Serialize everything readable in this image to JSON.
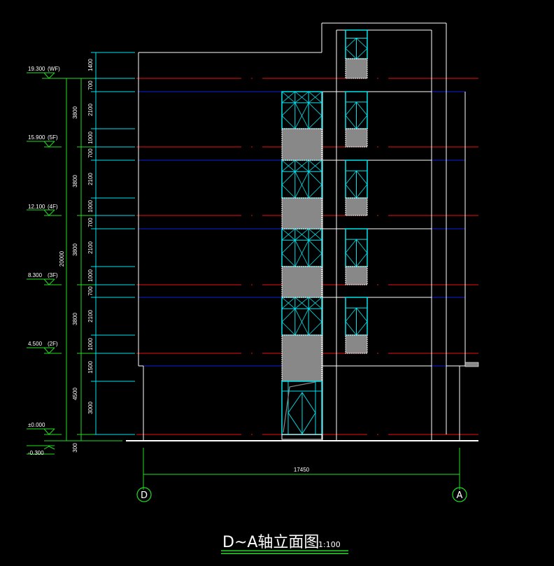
{
  "drawing": {
    "title": "D~A轴立面图",
    "scale": "1:100",
    "colors": {
      "background": "#000000",
      "outline": "#ffffff",
      "dimension": "#22dd22",
      "window": "#00e5ee",
      "floor_line": "#ee1111",
      "slab_line": "#1020dd",
      "hatch": "#888888"
    },
    "axes": [
      {
        "label": "D"
      },
      {
        "label": "A"
      }
    ],
    "overall_width_dim": "17450",
    "levels": [
      {
        "elevation": "19.300",
        "floor": "(WF)"
      },
      {
        "elevation": "15.900",
        "floor": "(5F)"
      },
      {
        "elevation": "12.100",
        "floor": "(4F)"
      },
      {
        "elevation": "8.300",
        "floor": "(3F)"
      },
      {
        "elevation": "4.500",
        "floor": "(2F)"
      },
      {
        "elevation": "±0.000",
        "floor": ""
      },
      {
        "elevation": "-0.300",
        "floor": ""
      }
    ],
    "total_height_dim": "20000",
    "storey_dims": [
      "3800",
      "3800",
      "3800",
      "3800",
      "4500",
      "300"
    ],
    "detail_dims": [
      "1400",
      "700",
      "2100",
      "1000",
      "700",
      "2100",
      "1000",
      "700",
      "2100",
      "1000",
      "700",
      "2100",
      "1000",
      "1500",
      "3000"
    ]
  }
}
